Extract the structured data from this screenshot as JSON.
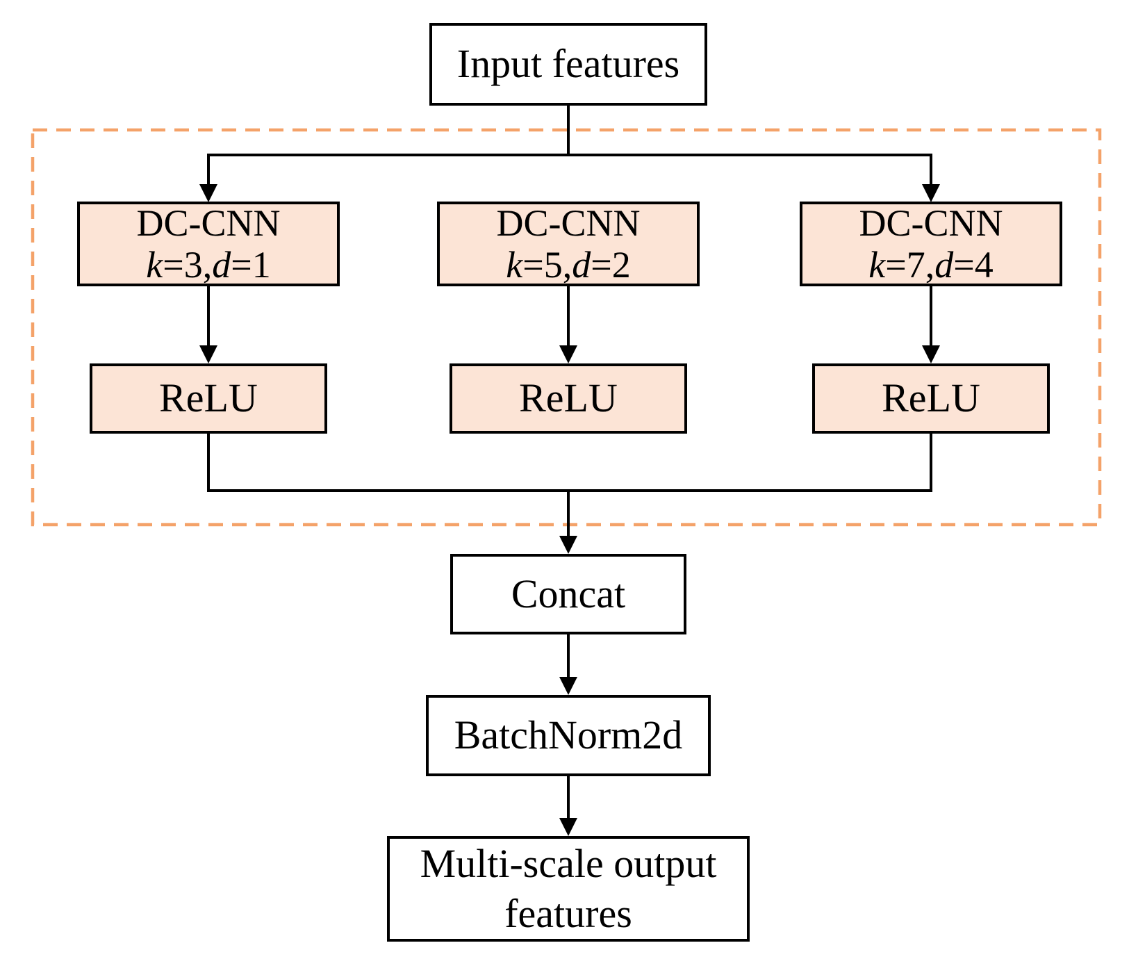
{
  "nodes": {
    "input": "Input features",
    "concat": "Concat",
    "batchnorm": "BatchNorm2d",
    "output": "Multi-scale output features"
  },
  "branches": [
    {
      "conv": "DC-CNN",
      "params": "k=3,d=1",
      "activation": "ReLU"
    },
    {
      "conv": "DC-CNN",
      "params": "k=5,d=2",
      "activation": "ReLU"
    },
    {
      "conv": "DC-CNN",
      "params": "k=7,d=4",
      "activation": "ReLU"
    }
  ],
  "colors": {
    "branch_block_fill": "#FCE4D6",
    "dashed_group_border": "#F4A269",
    "plain_block_fill": "#FFFFFF",
    "lines_and_borders": "#000000",
    "background": "#FFFFFF"
  }
}
